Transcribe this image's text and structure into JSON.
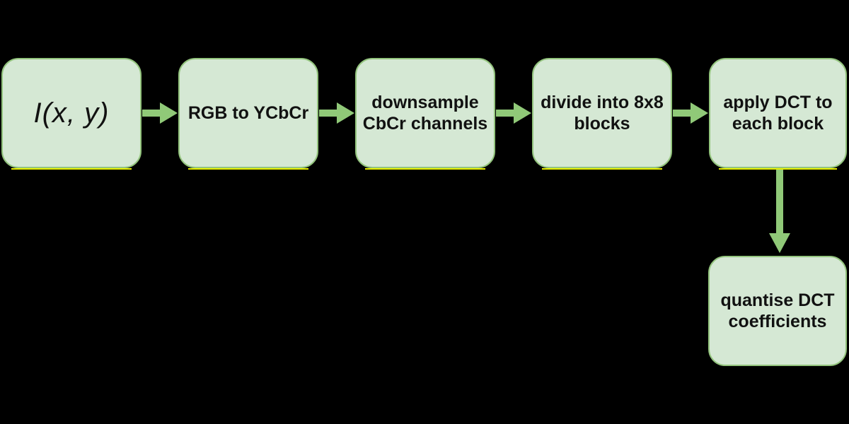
{
  "diagram": {
    "type": "flowchart",
    "description": "JPEG compression pipeline flowchart on black background",
    "colors": {
      "background": "#000000",
      "node_fill": "#d5e8d4",
      "node_border": "#93c47d",
      "arrow": "#90c978",
      "underline": "#e8f000",
      "text": "#111111"
    },
    "nodes": [
      {
        "id": "input-image",
        "label": "I(x, y)"
      },
      {
        "id": "rgb-to-ycbcr",
        "label": "RGB to YCbCr"
      },
      {
        "id": "downsample-cbcr",
        "label": "downsample\nCbCr channels"
      },
      {
        "id": "divide-8x8",
        "label": "divide into 8x8\nblocks"
      },
      {
        "id": "apply-dct",
        "label": "apply DCT to\neach block"
      },
      {
        "id": "quantise-dct",
        "label": "quantise DCT\ncoefficients"
      }
    ],
    "edges": [
      {
        "from": "input-image",
        "to": "rgb-to-ycbcr",
        "direction": "right"
      },
      {
        "from": "rgb-to-ycbcr",
        "to": "downsample-cbcr",
        "direction": "right"
      },
      {
        "from": "downsample-cbcr",
        "to": "divide-8x8",
        "direction": "right"
      },
      {
        "from": "divide-8x8",
        "to": "apply-dct",
        "direction": "right"
      },
      {
        "from": "apply-dct",
        "to": "quantise-dct",
        "direction": "down"
      }
    ]
  }
}
